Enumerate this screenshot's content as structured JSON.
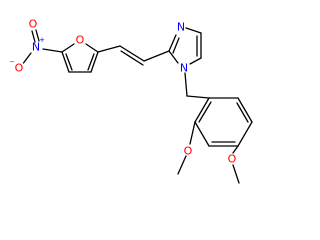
{
  "molecule": {
    "colors": {
      "bond": "#000000",
      "oxygen": "#ff0000",
      "nitrogen": "#0000ff"
    },
    "labels": {
      "nitro_o_minus": "O",
      "nitro_o_minus_charge": "−",
      "nitro_n": "N",
      "nitro_n_charge": "+",
      "nitro_o_double": "O",
      "furan_o": "O",
      "imidazole_n3": "N",
      "imidazole_n1": "N",
      "methoxy_o1": "O",
      "methoxy_o2": "O"
    }
  }
}
